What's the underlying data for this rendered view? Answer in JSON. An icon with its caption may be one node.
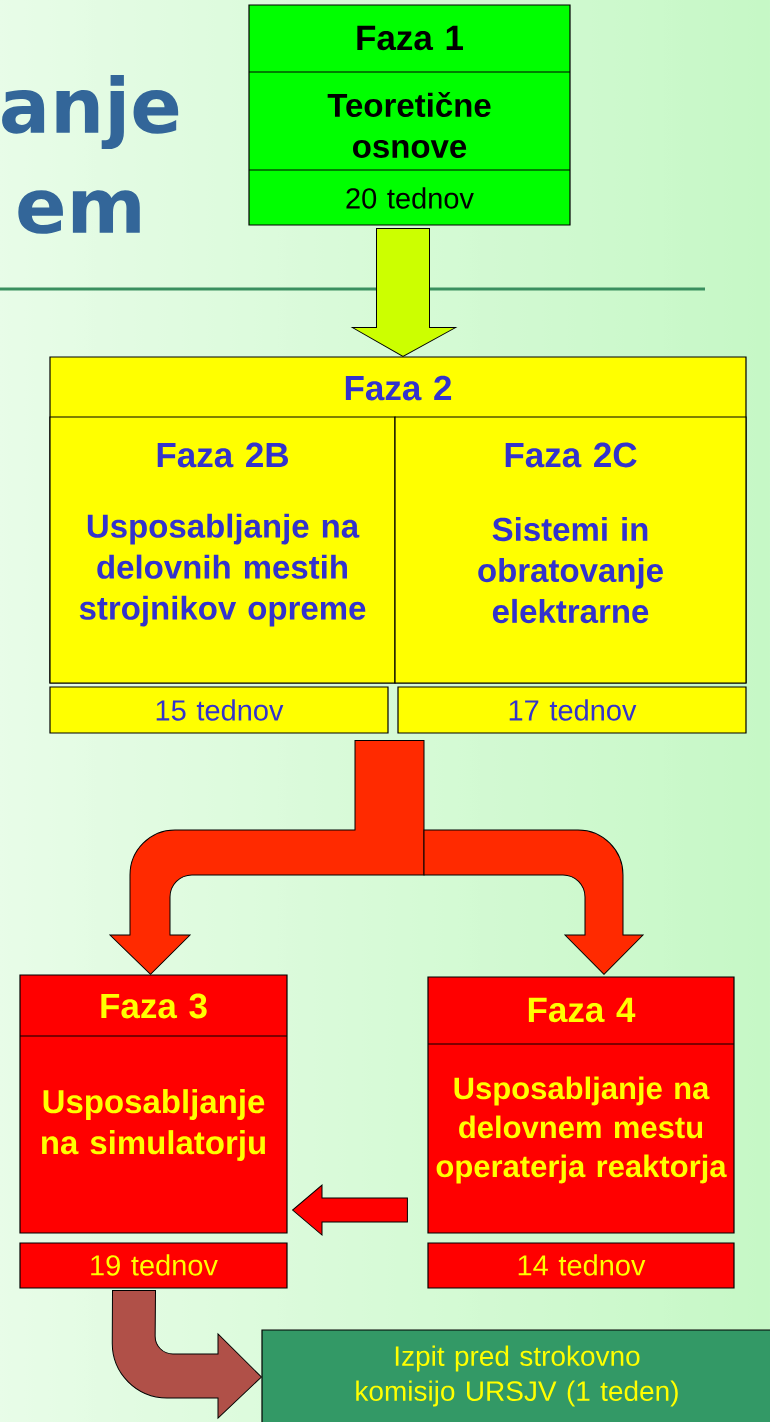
{
  "diagram": {
    "nodes": [
      {
        "text": [
          "Faza 1",
          "Teoretične osnove",
          "20 tednov"
        ]
      },
      {
        "text": [
          "Faza 2"
        ]
      },
      {
        "text": [
          "Faza 2B",
          "Usposabljanje na delovnih mestih strojnikov opreme"
        ],
        "in": 1
      },
      {
        "text": [
          "Faza 2C",
          "Sistemi in obratovanje elektrarne"
        ],
        "in": 1
      },
      {
        "text": [
          "15 tednov"
        ]
      },
      {
        "text": [
          "17 tednov"
        ]
      },
      {
        "text": [
          "Faza 3",
          "Usposabljanje na simulatorju"
        ]
      },
      {
        "text": [
          "19 tednov"
        ]
      },
      {
        "text": [
          "Faza 4",
          "Usposabljanje na delovnem mestu operaterja reaktorja"
        ]
      },
      {
        "text": [
          "14 tednov"
        ]
      },
      {
        "text": [
          "Izpit pred strokovno komisijo URSJV (1 teden)"
        ]
      }
    ],
    "edges": [
      {
        "from": 0,
        "to": 1,
        "arrow": "to"
      },
      {
        "from": 1,
        "to": 6,
        "arrow": "to"
      },
      {
        "from": 1,
        "to": 8,
        "arrow": "to"
      },
      {
        "from": 8,
        "to": 6,
        "arrow": "to"
      },
      {
        "from": 7,
        "to": 10,
        "arrow": "to"
      }
    ],
    "labels": [
      "anje",
      "em"
    ]
  }
}
